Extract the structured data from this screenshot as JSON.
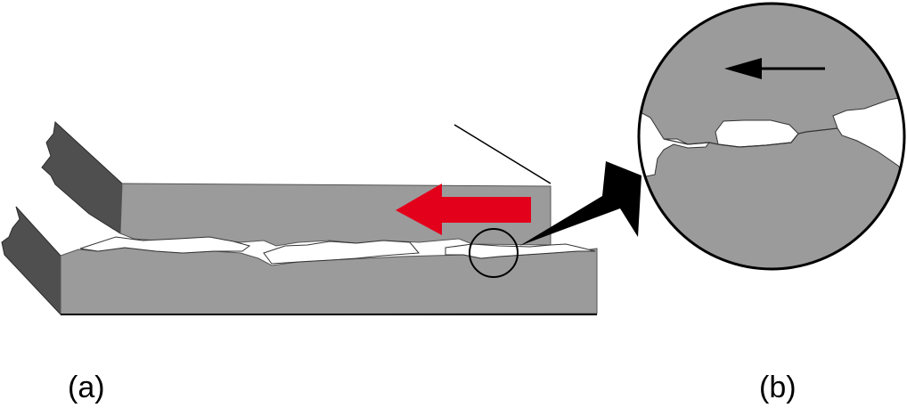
{
  "labels": {
    "panel_a": "(a)",
    "panel_b": "(b)"
  },
  "colors": {
    "surface_gray": "#9b9b9b",
    "side_face_dark": "#4f4f4f",
    "slip_arrow_red": "#e3001b",
    "outline_black": "#000000",
    "void_white": "#ffffff"
  },
  "icons": {
    "slip_direction_large": "red-left-arrow",
    "slip_direction_zoom": "black-left-arrow",
    "magnify_pointer": "black-triangle-pointer"
  }
}
